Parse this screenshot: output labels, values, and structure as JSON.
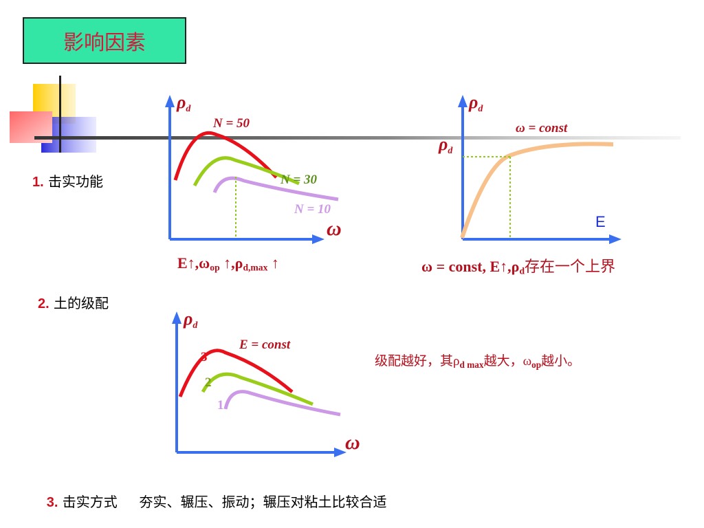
{
  "title": "影响因素",
  "colors": {
    "title_bg": "#33e6a6",
    "title_text": "#cc1f3c",
    "axis": "#3a6ff0",
    "curve_red": "#e8101a",
    "curve_green": "#9acd1a",
    "curve_purple": "#cc99e6",
    "curve_orange": "#f8c08a",
    "guide_green": "#8fcc1a",
    "label_red": "#b5111e"
  },
  "sections": [
    {
      "num": "1.",
      "text": " 击实功能"
    },
    {
      "num": "2.",
      "text": " 土的级配"
    },
    {
      "num": "3.",
      "text": " 击实方式     夯实、辗压、振动；辗压对粘土比较合适"
    }
  ],
  "chart1": {
    "y_label": "ρ",
    "y_label_sub": "d",
    "x_label": "ω",
    "curve_labels": [
      "N = 50",
      "N = 30",
      "N = 10"
    ],
    "caption": {
      "p1": "E↑,ω",
      "p1_sub": "op",
      "p2": " ↑,ρ",
      "p2_sub": "d,max",
      "p3": " ↑"
    }
  },
  "chart2": {
    "y_label": "ρ",
    "y_label_sub": "d",
    "x_label": "E",
    "mid_label": "ρ",
    "mid_label_sub": "d",
    "curve_label": "ω = const",
    "caption": {
      "p1": "ω = const, E↑,ρ",
      "p1_sub": "d",
      "p2": "存在一个上界"
    }
  },
  "chart3": {
    "y_label": "ρ",
    "y_label_sub": "d",
    "x_label": "ω",
    "curve_label": "E = const",
    "curve_numbers": [
      "3",
      "2",
      "1"
    ]
  },
  "note": {
    "p1": "级配越好，其ρ",
    "p1_sub": "d max",
    "p2": "越大，ω",
    "p2_sub": "op",
    "p3": "越小。"
  }
}
